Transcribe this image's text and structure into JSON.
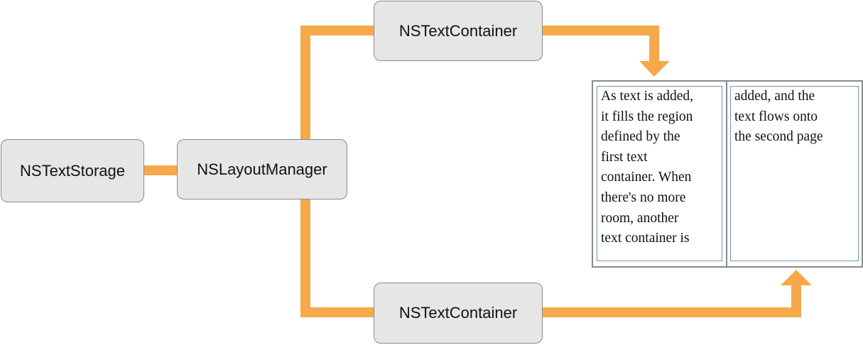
{
  "nodes": {
    "text_storage": "NSTextStorage",
    "layout_manager": "NSLayoutManager",
    "text_container_top": "NSTextContainer",
    "text_container_bottom": "NSTextContainer"
  },
  "pages": {
    "first_page_text": "As text is added,\nit fills the region\ndefined by the\nfirst text\ncontainer. When\nthere's no more\nroom, another\ntext container is",
    "second_page_text": "added, and the\ntext flows onto\nthe second page"
  },
  "colors": {
    "connector": "#f6a94a",
    "node_fill": "#e6e6e6",
    "node_border": "#8a8a8a",
    "page_border": "#8a8a8a",
    "container_border": "#6f97b8"
  }
}
